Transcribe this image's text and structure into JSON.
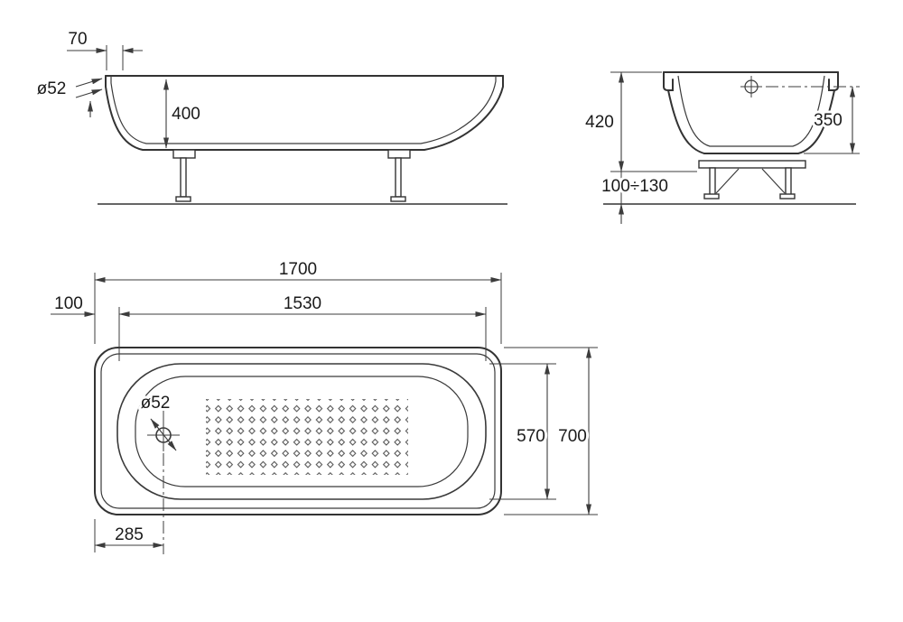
{
  "colors": {
    "background": "#ffffff",
    "outline": "#333333",
    "dimension": "#3c3c3c"
  },
  "side_view": {
    "rim_width": "70",
    "drain_diameter": "ø52",
    "inner_depth": "400"
  },
  "end_view": {
    "overall_height": "420",
    "inner_depth": "350",
    "leg_height_range": "100÷130"
  },
  "plan_view": {
    "overall_length": "1700",
    "inner_length": "1530",
    "left_offset": "100",
    "inner_width": "570",
    "overall_width": "700",
    "drain_offset": "285",
    "drain_diameter": "ø52"
  }
}
